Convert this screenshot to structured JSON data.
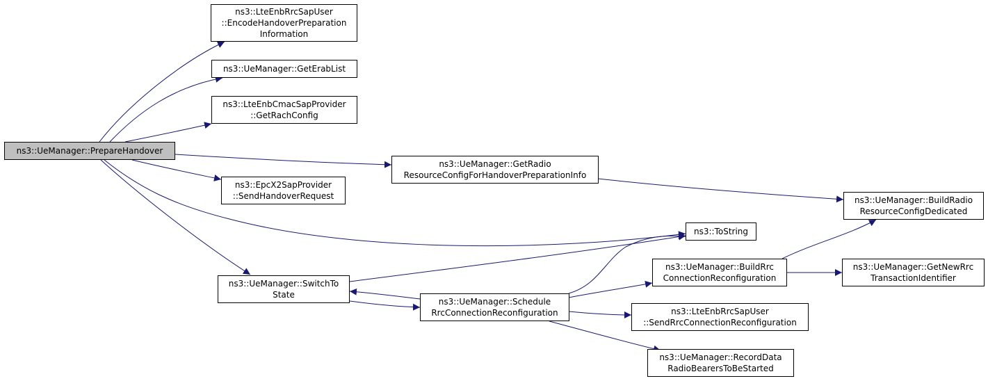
{
  "colors": {
    "edge": "#191970",
    "node_border": "#000000",
    "root_fill": "#bfbfbf",
    "node_fill": "#ffffff"
  },
  "nodes": {
    "prepare_handover": "ns3::UeManager::PrepareHandover",
    "encode_handover": "ns3::LteEnbRrcSapUser\n::EncodeHandoverPreparation\nInformation",
    "get_erab_list": "ns3::UeManager::GetErabList",
    "get_rach_config": "ns3::LteEnbCmacSapProvider\n::GetRachConfig",
    "get_radio_resource_config": "ns3::UeManager::GetRadio\nResourceConfigForHandoverPreparationInfo",
    "send_handover_request": "ns3::EpcX2SapProvider\n::SendHandoverRequest",
    "build_radio_resource_config": "ns3::UeManager::BuildRadio\nResourceConfigDedicated",
    "to_string": "ns3::ToString",
    "build_rrc_reconfig": "ns3::UeManager::BuildRrc\nConnectionReconfiguration",
    "get_new_rrc_tid": "ns3::UeManager::GetNewRrc\nTransactionIdentifier",
    "switch_to_state": "ns3::UeManager::SwitchTo\nState",
    "schedule_rrc_reconfig": "ns3::UeManager::Schedule\nRrcConnectionReconfiguration",
    "send_rrc_reconfig": "ns3::LteEnbRrcSapUser\n::SendRrcConnectionReconfiguration",
    "record_data_radio_bearers": "ns3::UeManager::RecordData\nRadioBearersToBeStarted"
  }
}
